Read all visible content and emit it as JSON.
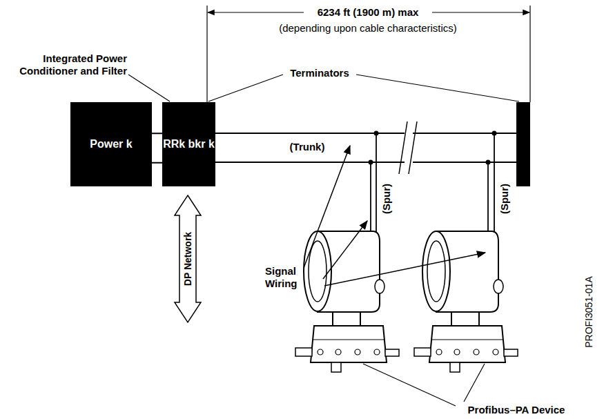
{
  "diagram": {
    "nodes": [
      {
        "text": [
          "Power k"
        ]
      },
      {
        "text": [
          "RRk bkr k"
        ]
      }
    ],
    "edges": [
      {
        "from": 0,
        "to": 1,
        "arrow": "none"
      }
    ],
    "labels": [
      "6234 ft (1900 m) max",
      "(depending upon cable characteristics)",
      "Integrated Power Conditioner and Filter",
      "Terminators",
      "(Trunk)",
      "DP Network",
      "Signal Wiring",
      "(Spur)",
      "(Spur)",
      "Profibus–PA Device",
      "PROFI3051-01A"
    ]
  }
}
